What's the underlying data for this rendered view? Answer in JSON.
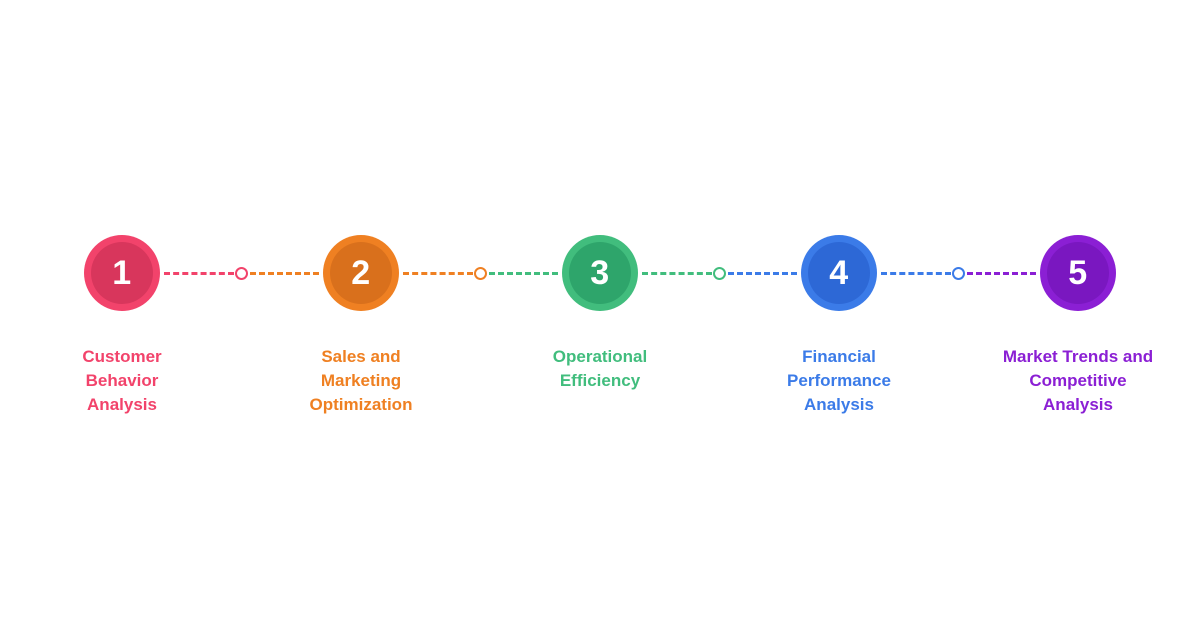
{
  "background_color": "#ffffff",
  "layout": {
    "orientation": "horizontal",
    "step_count": 5,
    "connector_style": "dashed-with-hollow-midpoint-circle"
  },
  "steps": [
    {
      "number": "1",
      "label": "Customer\nBehavior\nAnalysis",
      "color": "#F2436B",
      "inner_color": "#D8365C"
    },
    {
      "number": "2",
      "label": "Sales and\nMarketing\nOptimization",
      "color": "#EF8022",
      "inner_color": "#D9701C"
    },
    {
      "number": "3",
      "label": "Operational\nEfficiency",
      "color": "#41BD7D",
      "inner_color": "#2EA56B"
    },
    {
      "number": "4",
      "label": "Financial\nPerformance\nAnalysis",
      "color": "#3B7BE8",
      "inner_color": "#2D68D6"
    },
    {
      "number": "5",
      "label": "Market Trends and\nCompetitive\nAnalysis",
      "color": "#8B1FD4",
      "inner_color": "#7A17C0"
    }
  ]
}
